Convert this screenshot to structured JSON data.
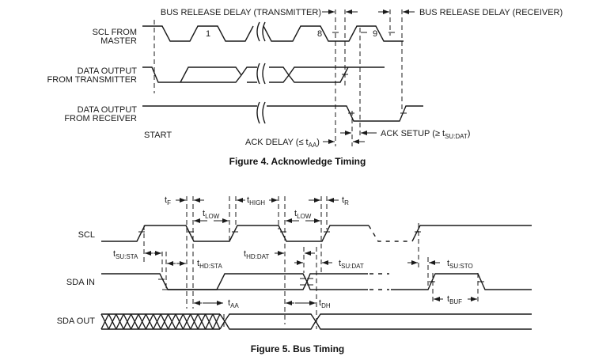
{
  "figure4": {
    "caption": "Figure 4. Acknowledge Timing",
    "signals": [
      {
        "line1": "SCL FROM",
        "line2": "MASTER"
      },
      {
        "line1": "DATA OUTPUT",
        "line2": "FROM TRANSMITTER"
      },
      {
        "line1": "DATA OUTPUT",
        "line2": "FROM RECEIVER"
      }
    ],
    "pulse_labels": [
      "1",
      "8",
      "9"
    ],
    "annotations": {
      "start": "START",
      "bus_release_tx": "BUS RELEASE DELAY (TRANSMITTER)",
      "bus_release_rx": "BUS RELEASE DELAY (RECEIVER)",
      "ack_delay_prefix": "ACK DELAY (≤ t",
      "ack_delay_sub": "AA",
      "ack_delay_suffix": ")",
      "ack_setup_prefix": "ACK SETUP (≥ t",
      "ack_setup_sub": "SU:DAT",
      "ack_setup_suffix": ")"
    }
  },
  "figure5": {
    "caption": "Figure 5. Bus Timing",
    "signals": [
      "SCL",
      "SDA IN",
      "SDA OUT"
    ],
    "timing_params": [
      {
        "t": "t",
        "sub": "F"
      },
      {
        "t": "t",
        "sub": "LOW"
      },
      {
        "t": "t",
        "sub": "HIGH"
      },
      {
        "t": "t",
        "sub": "LOW"
      },
      {
        "t": "t",
        "sub": "R"
      },
      {
        "t": "t",
        "sub": "SU:STA"
      },
      {
        "t": "t",
        "sub": "HD:STA"
      },
      {
        "t": "t",
        "sub": "HD:DAT"
      },
      {
        "t": "t",
        "sub": "SU:DAT"
      },
      {
        "t": "t",
        "sub": "SU:STO"
      },
      {
        "t": "t",
        "sub": "BUF"
      },
      {
        "t": "t",
        "sub": "AA"
      },
      {
        "t": "t",
        "sub": "DH"
      }
    ]
  }
}
